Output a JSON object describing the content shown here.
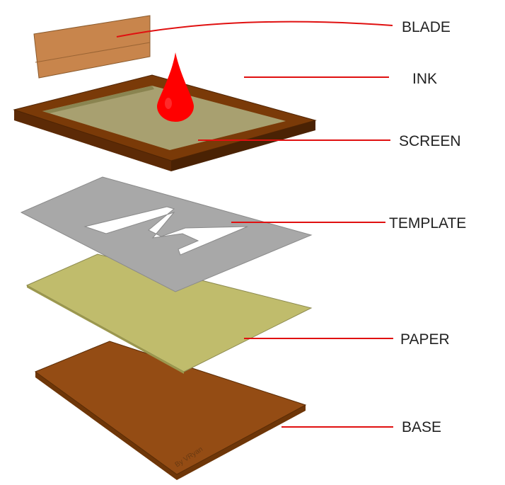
{
  "labels": {
    "blade": "BLADE",
    "ink": "INK",
    "screen": "SCREEN",
    "template": "TEMPLATE",
    "paper": "PAPER",
    "base": "BASE"
  },
  "signature": "By VRyan",
  "colors": {
    "leader": "#e01010",
    "ink": "#ff0000",
    "blade": "#c8854c",
    "frame": "#7a3a08",
    "mesh": "#a8a070",
    "template": "#a8a8a8",
    "paper": "#c0bc6c",
    "base": "#944c14"
  }
}
